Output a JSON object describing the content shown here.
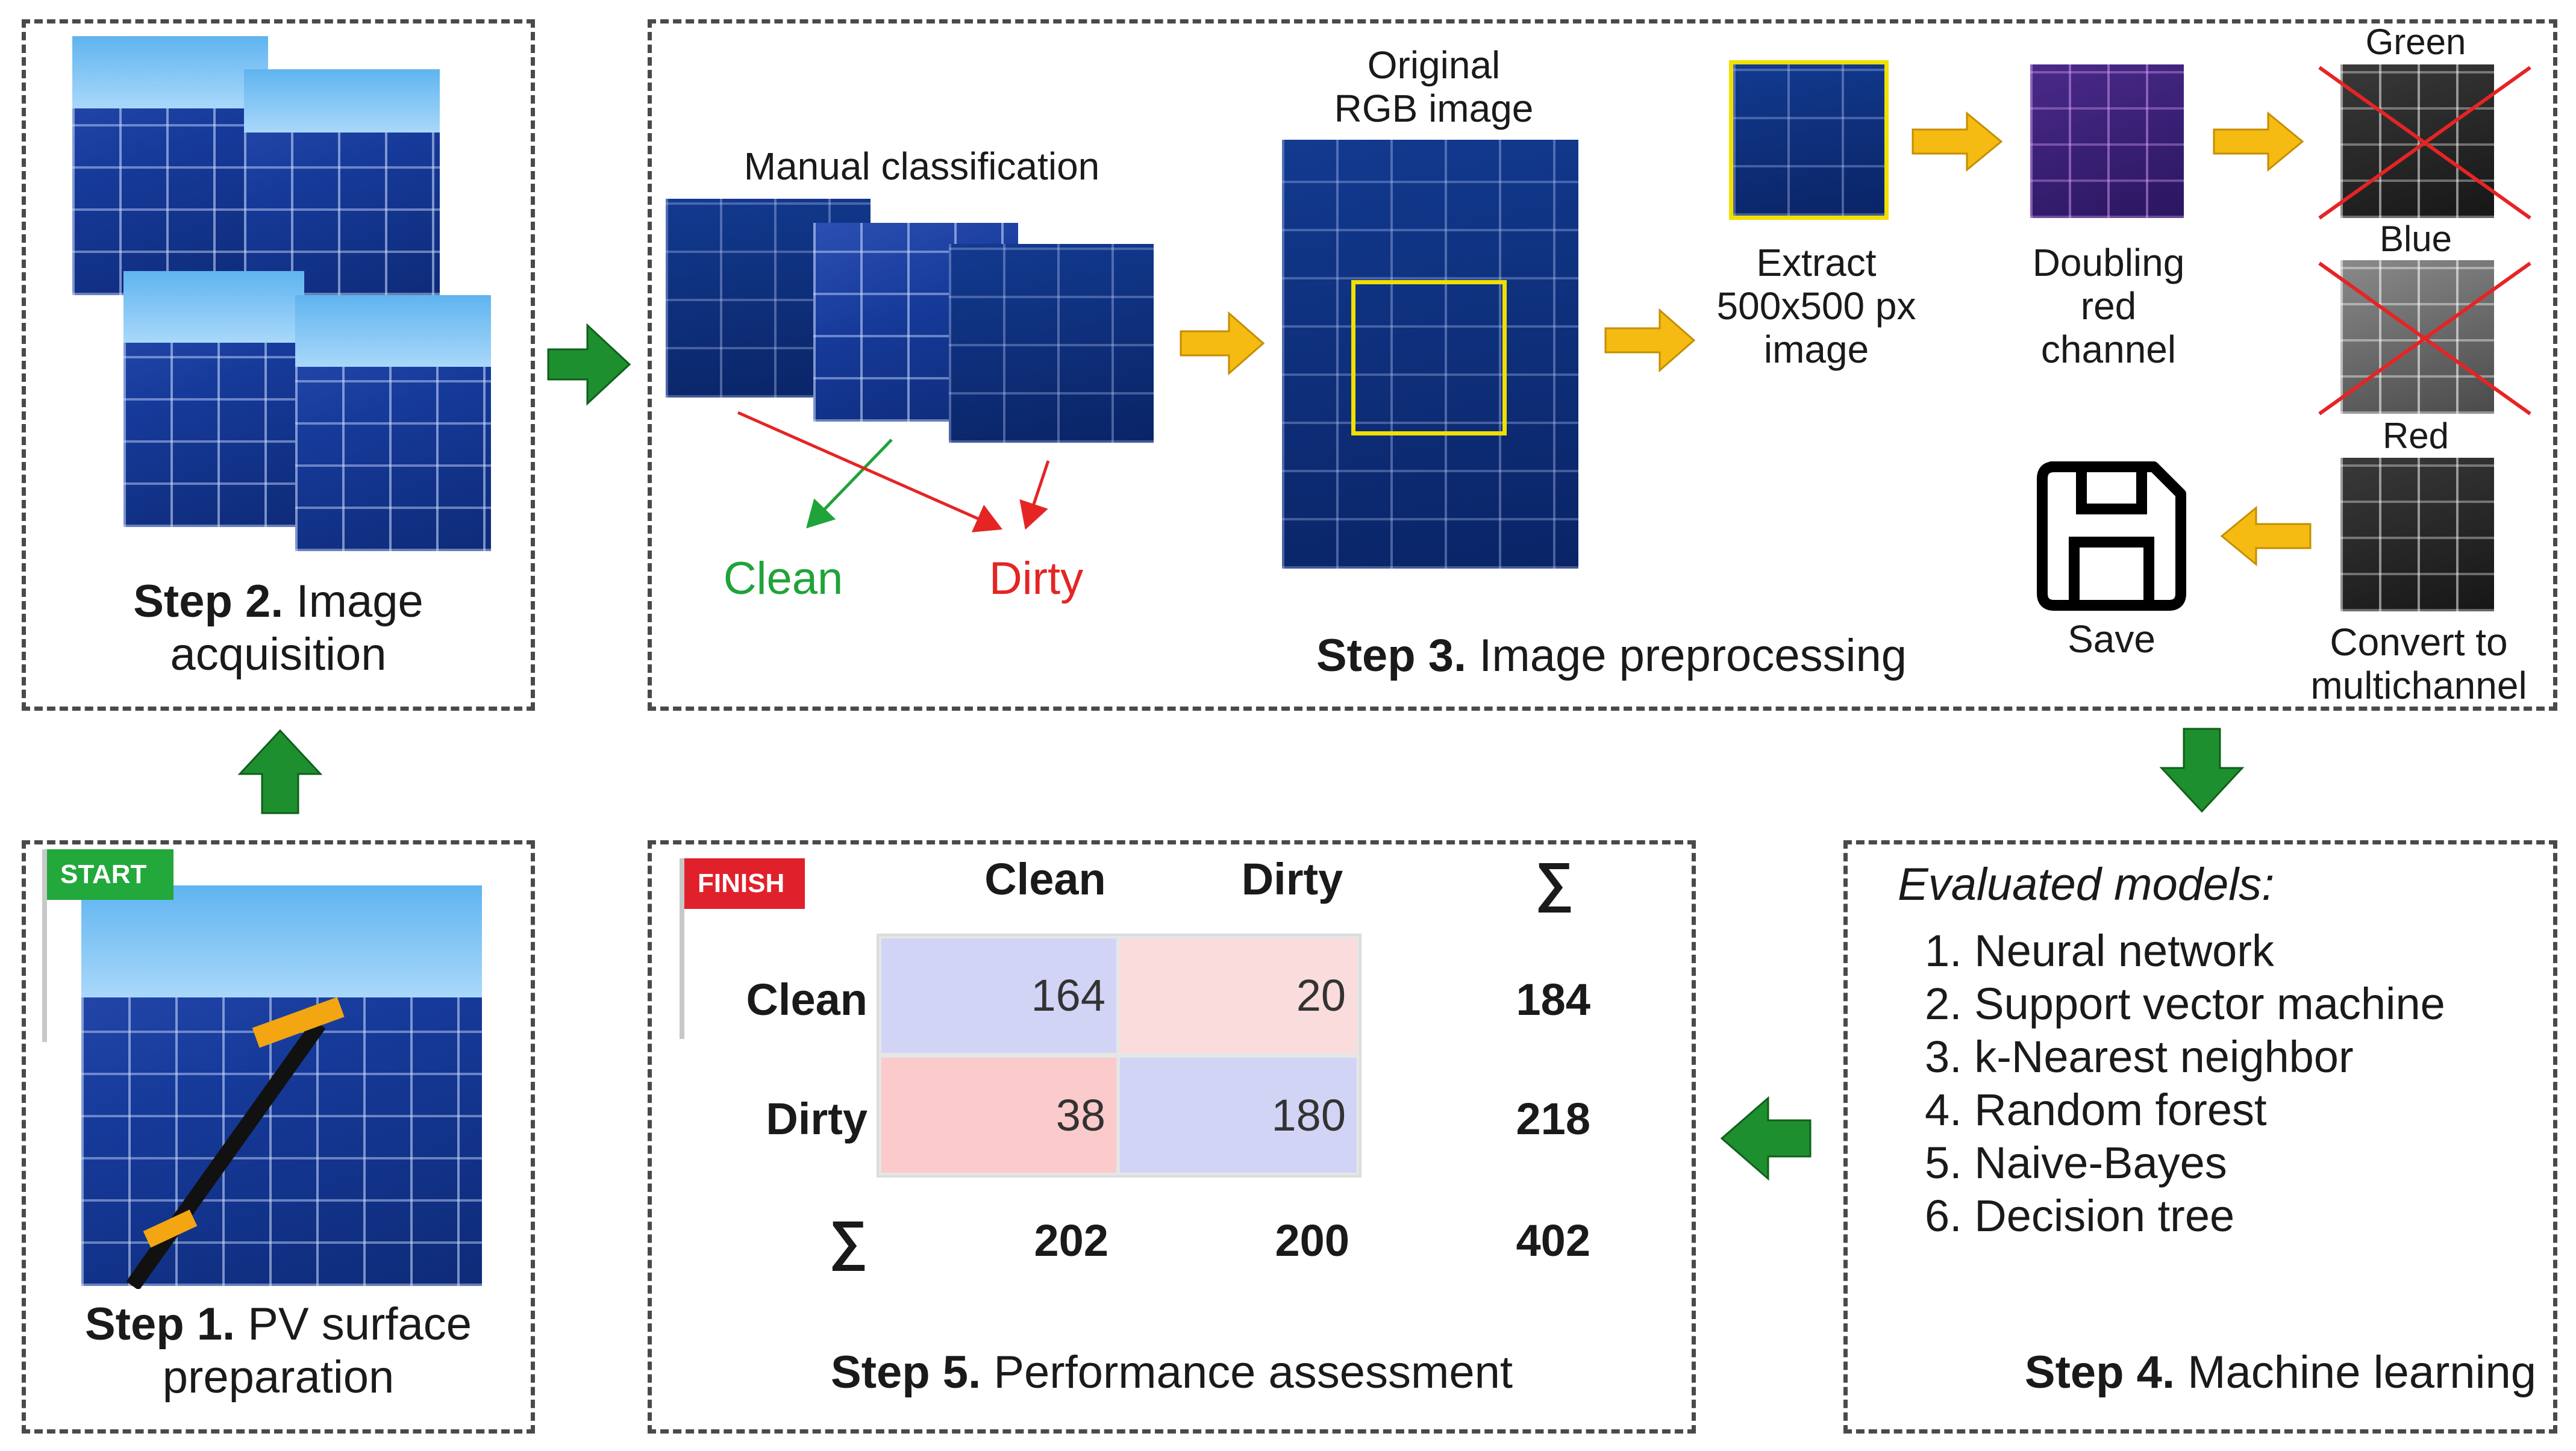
{
  "step1": {
    "bold": "Step 1.",
    "text_line1": " PV surface",
    "text_line2": "preparation",
    "flag": "START"
  },
  "step2": {
    "bold": "Step 2.",
    "text_line1": " Image",
    "text_line2": "acquisition"
  },
  "step3": {
    "bold": "Step 3.",
    "text": " Image preprocessing",
    "manual_classification": "Manual classification",
    "clean": "Clean",
    "dirty": "Dirty",
    "original_line1": "Original",
    "original_line2": "RGB image",
    "extract_line1": "Extract",
    "extract_line2": "500x500 px",
    "extract_line3": "image",
    "doubling_line1": "Doubling",
    "doubling_line2": "red",
    "doubling_line3": "channel",
    "green": "Green",
    "blue": "Blue",
    "red": "Red",
    "save": "Save",
    "convert_line1": "Convert to",
    "convert_line2": "multichannel"
  },
  "step4": {
    "bold": "Step 4.",
    "text": " Machine learning",
    "models_title": "Evaluated models:",
    "models": [
      "1. Neural network",
      "2. Support vector machine",
      "3. k-Nearest neighbor",
      "4. Random forest",
      "5. Naive-Bayes",
      "6. Decision tree"
    ]
  },
  "step5": {
    "bold": "Step 5.",
    "text": " Performance assessment",
    "flag": "FINISH",
    "col_headers": [
      "Clean",
      "Dirty",
      "∑"
    ],
    "row_headers": [
      "Clean",
      "Dirty",
      "∑"
    ],
    "matrix": [
      [
        "164",
        "20"
      ],
      [
        "38",
        "180"
      ]
    ],
    "row_totals": [
      "184",
      "218"
    ],
    "col_totals": [
      "202",
      "200"
    ],
    "grand_total": "402"
  },
  "colors": {
    "green_arrow": "#1e8f2e",
    "yellow_arrow": "#f5bb13",
    "clean_text": "#1fa33a",
    "dirty_text": "#e52424",
    "true_cell": "#d2d4f6",
    "false_cell": "#fbdcdc",
    "start_flag": "#22a83b",
    "finish_flag": "#e0212b"
  }
}
